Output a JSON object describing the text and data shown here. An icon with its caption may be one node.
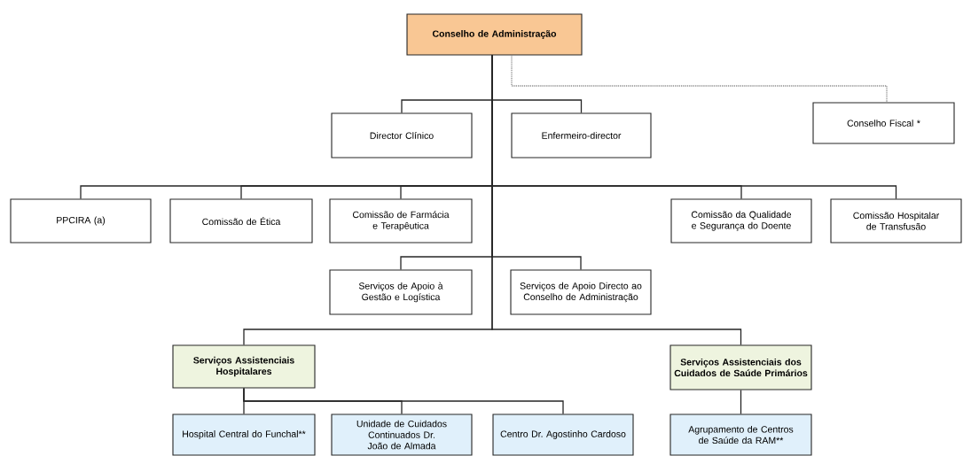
{
  "diagram": {
    "nodes": [
      {
        "text": [
          "Conselho de Administração"
        ]
      },
      {
        "text": [
          "Director Clínico"
        ]
      },
      {
        "text": [
          "Enfermeiro-director"
        ]
      },
      {
        "text": [
          "Conselho Fiscal *"
        ]
      },
      {
        "text": [
          "PPCIRA (a)"
        ]
      },
      {
        "text": [
          "Comissão de Ética"
        ]
      },
      {
        "text": [
          "Comissão de Farmácia e Terapêutica"
        ]
      },
      {
        "text": [
          "Comissão da Qualidade e Segurança do Doente"
        ]
      },
      {
        "text": [
          "Comissão Hospitalar de Transfusão"
        ]
      },
      {
        "text": [
          "Serviços de Apoio à Gestão e Logística"
        ]
      },
      {
        "text": [
          "Serviços de Apoio Directo ao Conselho de Administração"
        ]
      },
      {
        "text": [
          "Serviços Assistenciais Hospitalares"
        ]
      },
      {
        "text": [
          "Serviços Assistenciais dos Cuidados de Saúde Primários"
        ]
      },
      {
        "text": [
          "Hospital Central do Funchal**"
        ]
      },
      {
        "text": [
          "Unidade de Cuidados Continuados Dr. João de Almada"
        ]
      },
      {
        "text": [
          "Centro Dr. Agostinho Cardoso"
        ]
      },
      {
        "text": [
          "Agrupamento de Centros de Saúde da RAM**"
        ]
      }
    ],
    "edges": [
      {
        "from": 0,
        "to": 1,
        "arrow": "none"
      },
      {
        "from": 0,
        "to": 2,
        "arrow": "none"
      },
      {
        "from": 0,
        "to": 3,
        "arrow": "none",
        "style": "dashed",
        "color": "#8c8c8c"
      },
      {
        "from": 0,
        "to": 4,
        "arrow": "none"
      },
      {
        "from": 0,
        "to": 5,
        "arrow": "none"
      },
      {
        "from": 0,
        "to": 6,
        "arrow": "none"
      },
      {
        "from": 0,
        "to": 7,
        "arrow": "none"
      },
      {
        "from": 0,
        "to": 8,
        "arrow": "none"
      },
      {
        "from": 0,
        "to": 9,
        "arrow": "none"
      },
      {
        "from": 0,
        "to": 10,
        "arrow": "none"
      },
      {
        "from": 0,
        "to": 11,
        "arrow": "none"
      },
      {
        "from": 0,
        "to": 12,
        "arrow": "none"
      },
      {
        "from": 11,
        "to": 13,
        "arrow": "none"
      },
      {
        "from": 11,
        "to": 14,
        "arrow": "none"
      },
      {
        "from": 11,
        "to": 15,
        "arrow": "none"
      },
      {
        "from": 12,
        "to": 16,
        "arrow": "none"
      }
    ]
  }
}
